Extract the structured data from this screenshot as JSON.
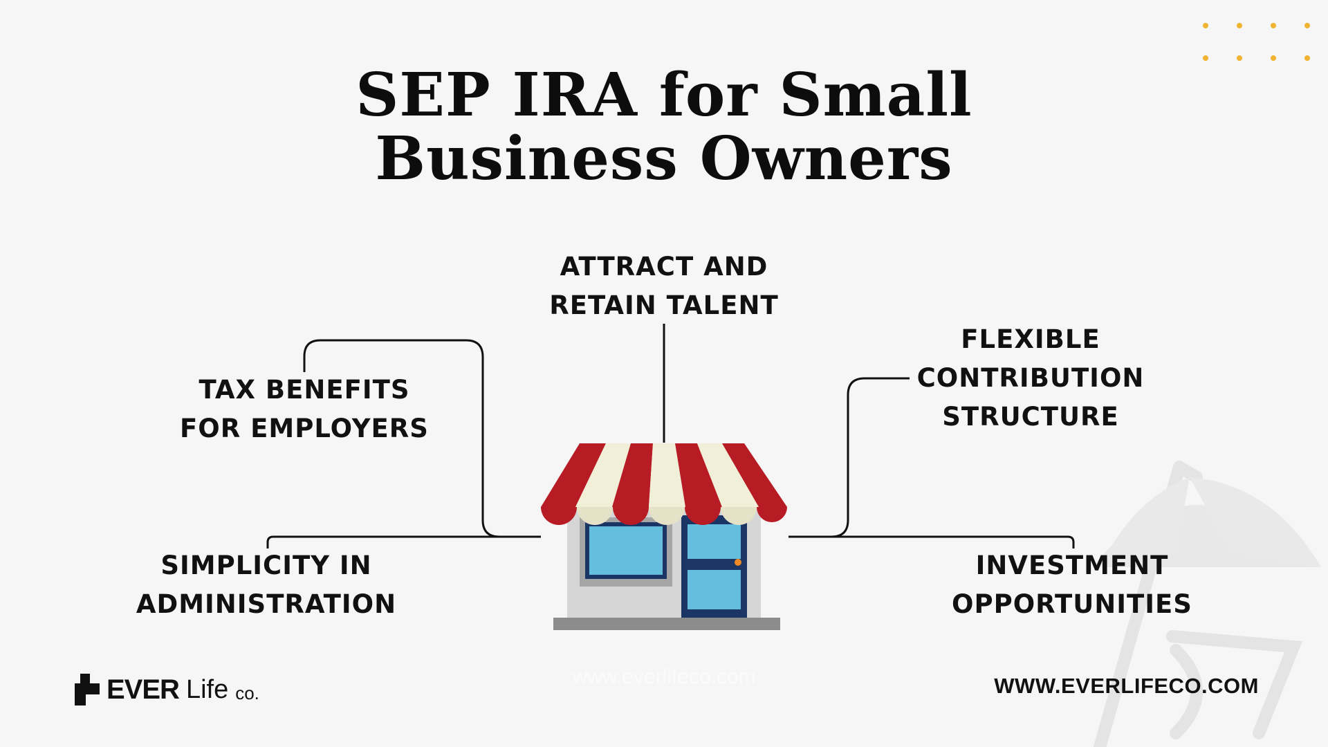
{
  "title": {
    "line1": "SEP IRA for Small",
    "line2": "Business Owners"
  },
  "benefits": {
    "attract": {
      "line1": "ATTRACT AND",
      "line2": "RETAIN TALENT"
    },
    "tax": {
      "line1": "TAX BENEFITS",
      "line2": "FOR EMPLOYERS"
    },
    "flexible": {
      "line1": "FLEXIBLE",
      "line2": "CONTRIBUTION",
      "line3": "STRUCTURE"
    },
    "simplicity": {
      "line1": "SIMPLICITY IN",
      "line2": "ADMINISTRATION"
    },
    "invest": {
      "line1": "INVESTMENT",
      "line2": "OPPORTUNITIES"
    }
  },
  "brand": {
    "ever": "EVER",
    "life": "Life",
    "co": "co.",
    "website": "WWW.EVERLIFECO.COM",
    "watermark": "www.everlifeco.com"
  },
  "colors": {
    "awning_red": "#b71c24",
    "awning_cream": "#f1efd7",
    "window_blue": "#66bedf",
    "door_navy": "#1b3564",
    "wall_gray": "#d6d6d6",
    "accent_gold": "#f0b431"
  },
  "icons": [
    "storefront-icon",
    "beach-umbrella-chair-icon",
    "decorative-dots"
  ]
}
